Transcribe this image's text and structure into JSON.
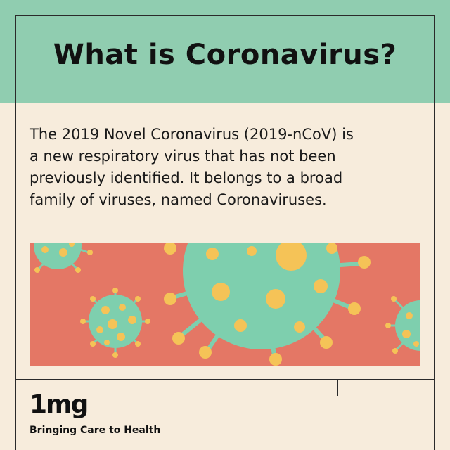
{
  "header": {
    "title": "What is Coronavirus?"
  },
  "content": {
    "lines": [
      "The 2019 Novel Coronavirus (2019-nCoV) is",
      "a new respiratory virus that has not been",
      "previously identified. It belongs to a broad",
      "family of viruses, named Coronaviruses."
    ]
  },
  "illustration": {
    "subject": "coronavirus particles",
    "colors": {
      "background": "#e47765",
      "virus_body": "#7ecfae",
      "virus_spots": "#f5c357"
    }
  },
  "footer": {
    "logo_text": "1mg",
    "tagline": "Bringing Care to Health"
  },
  "colors": {
    "header_bg": "#90cdb0",
    "page_bg": "#f7ecdc",
    "text": "#1a1a1a"
  }
}
